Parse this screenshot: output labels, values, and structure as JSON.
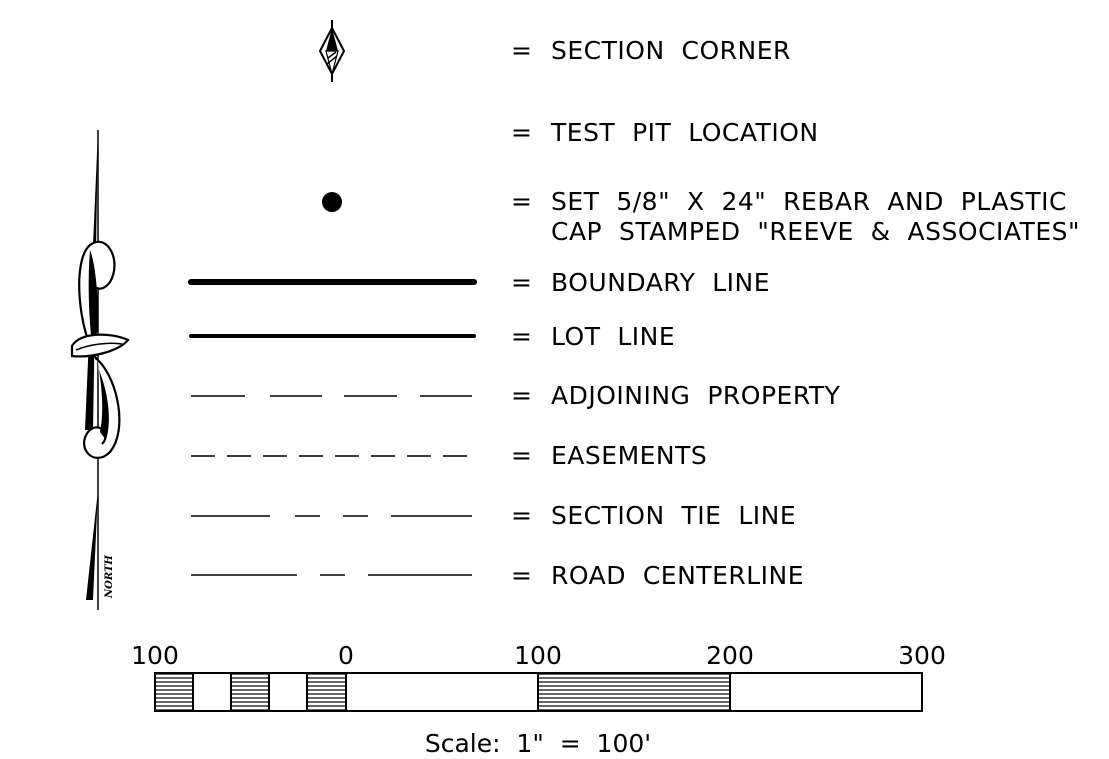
{
  "legend": {
    "equals": "=",
    "items": [
      {
        "symbol": "section-corner-icon",
        "line1": "SECTION  CORNER",
        "line2": ""
      },
      {
        "symbol": "none",
        "line1": "TEST  PIT  LOCATION",
        "line2": ""
      },
      {
        "symbol": "rebar-dot-icon",
        "line1": "SET  5/8\"  X  24\"  REBAR  AND  PLASTIC",
        "line2": "CAP  STAMPED  \"REEVE  &  ASSOCIATES\""
      },
      {
        "symbol": "thick-solid-line",
        "line1": "BOUNDARY  LINE",
        "line2": ""
      },
      {
        "symbol": "medium-solid-line",
        "line1": "LOT  LINE",
        "line2": ""
      },
      {
        "symbol": "long-dash-line",
        "line1": "ADJOINING  PROPERTY",
        "line2": ""
      },
      {
        "symbol": "short-dash-line",
        "line1": "EASEMENTS",
        "line2": ""
      },
      {
        "symbol": "long-short-short-long-line",
        "line1": "SECTION  TIE  LINE",
        "line2": ""
      },
      {
        "symbol": "long-short-long-line",
        "line1": "ROAD  CENTERLINE",
        "line2": ""
      }
    ]
  },
  "north_arrow": {
    "label": "NORTH",
    "icon": "north-arrow-icon"
  },
  "scale_bar": {
    "ticks": [
      "100",
      "0",
      "100",
      "200",
      "300"
    ],
    "caption": "Scale:  1\"  =  100'"
  }
}
